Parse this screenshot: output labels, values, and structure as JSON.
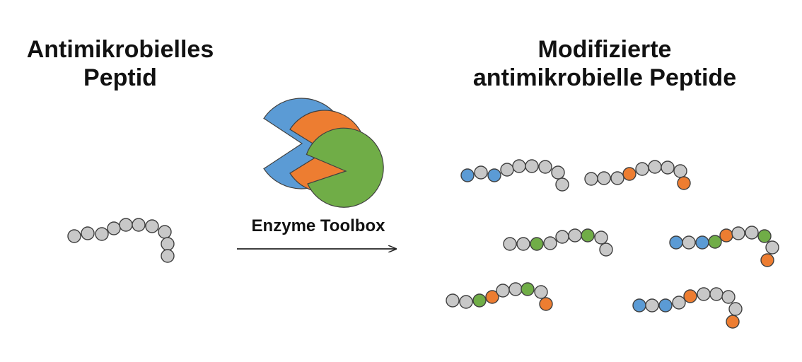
{
  "left_title": {
    "line1": "Antimikrobielles",
    "line2": "Peptid"
  },
  "right_title": {
    "line1": "Modifizierte",
    "line2": "antimikrobielle Peptide"
  },
  "toolbox_label": "Enzyme Toolbox",
  "colors": {
    "bead_gray": "#c8c8c8",
    "bead_blue": "#5b9bd5",
    "bead_orange": "#ed7d31",
    "bead_green": "#70ad47",
    "enzyme_blue": "#5b9bd5",
    "enzyme_orange": "#ed7d31",
    "enzyme_green": "#70ad47",
    "stroke": "#404040"
  },
  "peptides": {
    "original": [
      "g",
      "g",
      "g",
      "g",
      "g",
      "g",
      "g",
      "g",
      "g",
      "g"
    ],
    "modified": [
      [
        "b",
        "g",
        "b",
        "g",
        "g",
        "g",
        "g",
        "g",
        "g"
      ],
      [
        "g",
        "g",
        "g",
        "o",
        "g",
        "g",
        "g",
        "g",
        "o"
      ],
      [
        "g",
        "g",
        "gr",
        "g",
        "g",
        "g",
        "gr",
        "g",
        "g"
      ],
      [
        "b",
        "g",
        "b",
        "gr",
        "o",
        "g",
        "g",
        "gr",
        "g",
        "o"
      ],
      [
        "g",
        "g",
        "gr",
        "o",
        "g",
        "g",
        "gr",
        "g",
        "o"
      ],
      [
        "b",
        "g",
        "b",
        "g",
        "o",
        "g",
        "g",
        "g",
        "g",
        "o"
      ]
    ]
  }
}
